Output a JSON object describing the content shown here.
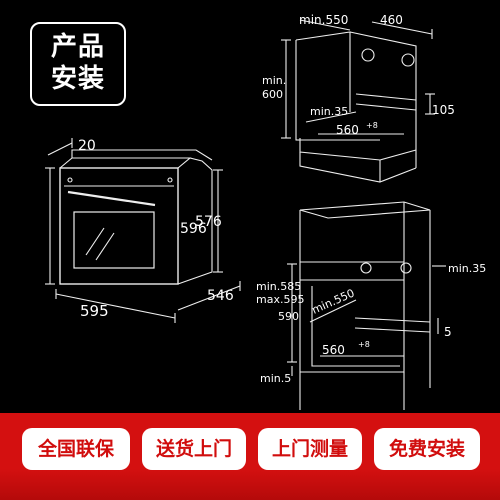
{
  "title": {
    "line1": "产品",
    "line2": "安装"
  },
  "oven_front": {
    "width": "595",
    "height_outer": "596",
    "height_inner": "576",
    "depth_front": "20",
    "depth": "546"
  },
  "cabinet_undercounter": {
    "depth": "min.550",
    "width": "460",
    "height": "min. 600",
    "gap_depth": "min.35",
    "gap_height": "105",
    "width_inner": "560",
    "width_inner_tol": "+8"
  },
  "cabinet_column": {
    "gap_right": "min.35",
    "height_min": "min.585",
    "height_max": "max.595",
    "height_nominal": "590",
    "depth": "min.550",
    "gap_height": "5",
    "width_inner": "560",
    "width_inner_tol": "+8",
    "bottom": "min.5"
  },
  "badges": [
    "全国联保",
    "送货上门",
    "上门测量",
    "免费安装"
  ],
  "colors": {
    "background": "#000000",
    "banner": "#d41010",
    "badge_text": "#d10d0d",
    "badge_bg": "#ffffff"
  }
}
